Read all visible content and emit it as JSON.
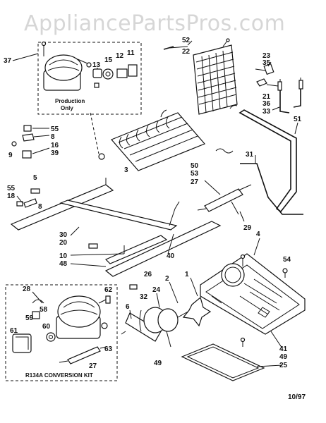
{
  "watermark": "AppliancePartsPros.com",
  "callouts": {
    "n37": "37",
    "n52": "52",
    "n22": "22",
    "n13": "13",
    "n15": "15",
    "n12": "12",
    "n11": "11",
    "n23": "23",
    "n35": "35",
    "n21": "21",
    "n36": "36",
    "n33": "33",
    "n51": "51",
    "n55a": "55",
    "n8a": "8",
    "n16": "16",
    "n9": "9",
    "n39": "39",
    "n3": "3",
    "n31": "31",
    "n50": "50",
    "n53": "53",
    "n27a": "27",
    "n5": "5",
    "n55b": "55",
    "n18": "18",
    "n8b": "8",
    "n29": "29",
    "n4": "4",
    "n30": "30",
    "n20": "20",
    "n10": "10",
    "n40": "40",
    "n48": "48",
    "n54": "54",
    "n28": "28",
    "n26": "26",
    "n1": "1",
    "n62": "62",
    "n58": "58",
    "n2": "2",
    "n24": "24",
    "n6": "6",
    "n32": "32",
    "n59": "59",
    "n60": "60",
    "n61": "61",
    "n63": "63",
    "n27b": "27",
    "n41": "41",
    "n49a": "49",
    "n25": "25",
    "n49b": "49"
  },
  "caption_production": "Production",
  "caption_only": "Only",
  "caption_kit": "R134A CONVERSION KIT",
  "date_code": "10/97"
}
